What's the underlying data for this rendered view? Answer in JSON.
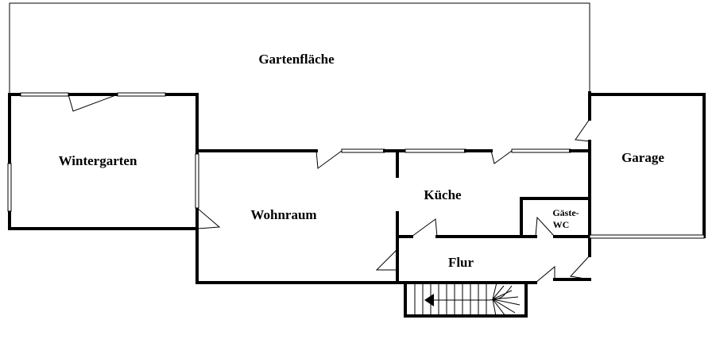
{
  "rooms": {
    "garden": "Gartenfläche",
    "wintergarden": "Wintergarten",
    "living": "Wohnraum",
    "kitchen": "Küche",
    "garage": "Garage",
    "guest_wc_line1": "Gäste-",
    "guest_wc_line2": "WC",
    "hall": "Flur"
  },
  "colors": {
    "wall": "#000000",
    "background": "#ffffff"
  },
  "icons": {
    "stair_arrow": "arrow-left-icon"
  }
}
